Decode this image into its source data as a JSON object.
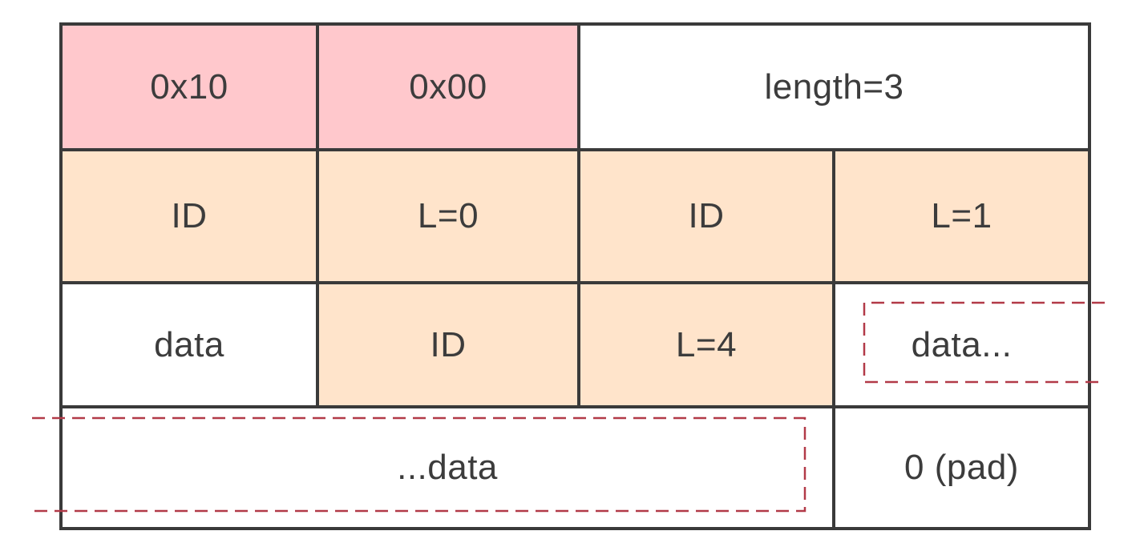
{
  "colors": {
    "header": "#ffc8cc",
    "field": "#ffe4cb",
    "plain": "#ffffff",
    "border": "#3a3a3a",
    "dashed": "#b23a48",
    "text": "#3c3c3c"
  },
  "rows": [
    [
      {
        "label": "0x10",
        "fill": "header"
      },
      {
        "label": "0x00",
        "fill": "header"
      },
      {
        "label": "length=3",
        "fill": "plain"
      }
    ],
    [
      {
        "label": "ID",
        "fill": "field"
      },
      {
        "label": "L=0",
        "fill": "field"
      },
      {
        "label": "ID",
        "fill": "field"
      },
      {
        "label": "L=1",
        "fill": "field"
      }
    ],
    [
      {
        "label": "data",
        "fill": "plain"
      },
      {
        "label": "ID",
        "fill": "field"
      },
      {
        "label": "L=4",
        "fill": "field"
      },
      {
        "label": "data...",
        "fill": "plain",
        "dashed": true
      }
    ],
    [
      {
        "label": "...data",
        "fill": "plain",
        "dashed": true
      },
      {
        "label": "0 (pad)",
        "fill": "plain"
      }
    ]
  ]
}
